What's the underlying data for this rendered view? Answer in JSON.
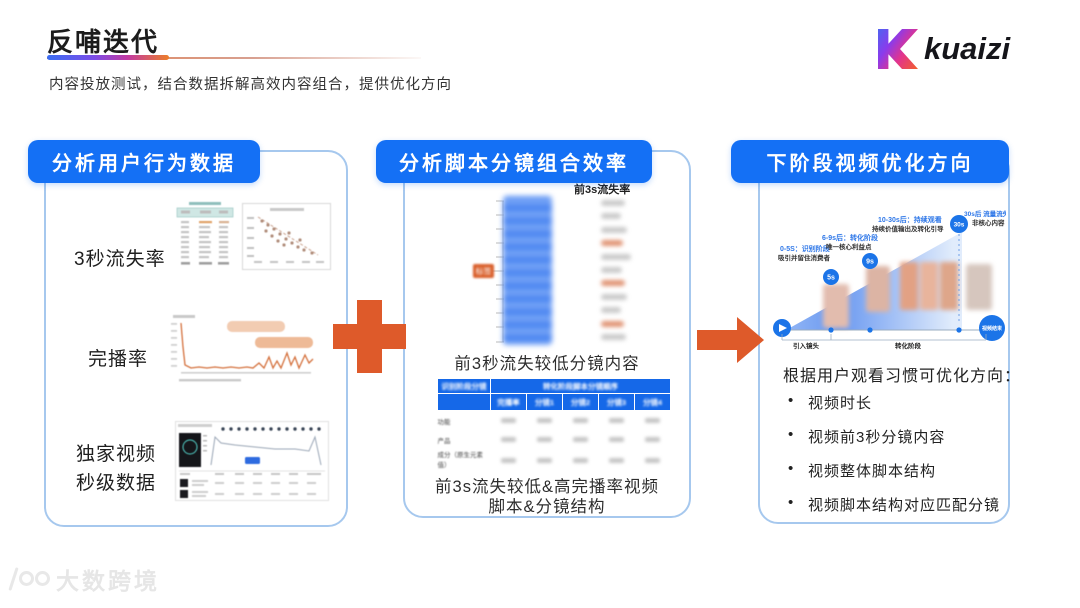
{
  "page": {
    "title": "反哺迭代",
    "subtitle": "内容投放测试，结合数据拆解高效内容组合，提供优化方向",
    "brand_text": "kuaizi",
    "watermark_text": "大数跨境"
  },
  "panel1": {
    "header": "分析用户行为数据",
    "row1_label": "3秒流失率",
    "row2_label": "完播率",
    "row3_label": "独家视频\n秒级数据"
  },
  "panel2": {
    "header": "分析脚本分镜组合效率",
    "loss_rate_label": "前3s流失率",
    "tag_label": "标签",
    "caption_top": "前3秒流失较低分镜内容",
    "table": {
      "stage_col_header": "识别阶段分镜",
      "sequence_header": "转化阶段脚本分镜顺序",
      "columns": [
        "完播率",
        "分镜1",
        "分镜2",
        "分镜3",
        "分镜4"
      ],
      "row_labels": [
        "功能",
        "产品",
        "成分（原生元素值）"
      ]
    },
    "caption_bottom_line1": "前3s流失较低&高完播率视频",
    "caption_bottom_line2": "脚本&分镜结构"
  },
  "panel3": {
    "header": "下阶段视频优化方向",
    "timeline": {
      "stage1_title": "0-5S：识别阶段",
      "stage1_sub": "吸引并留住消费者",
      "stage2_title": "6-9s后：转化阶段",
      "stage2_sub": "唯一核心利益点",
      "stage3_title": "10-30s后：持续观看",
      "stage3_sub": "持续价值输出及转化引导",
      "stage4_title": "30s后  流量流失",
      "stage4_sub": "非核心内容",
      "marker1": "5s",
      "marker2": "9s",
      "marker3": "30s",
      "axis_label1": "引入镜头",
      "axis_label2": "转化阶段",
      "end_label": "视频结束"
    },
    "list_title": "根据用户观看习惯可优化方向：",
    "bullets": [
      "视频时长",
      "视频前3秒分镜内容",
      "视频整体脚本结构",
      "视频脚本结构对应匹配分镜"
    ]
  },
  "colors": {
    "accent_blue": "#1470f5",
    "table_header_blue": "#1568e8",
    "accent_orange": "#de5a2a",
    "panel_border": "#a6c8ee"
  }
}
